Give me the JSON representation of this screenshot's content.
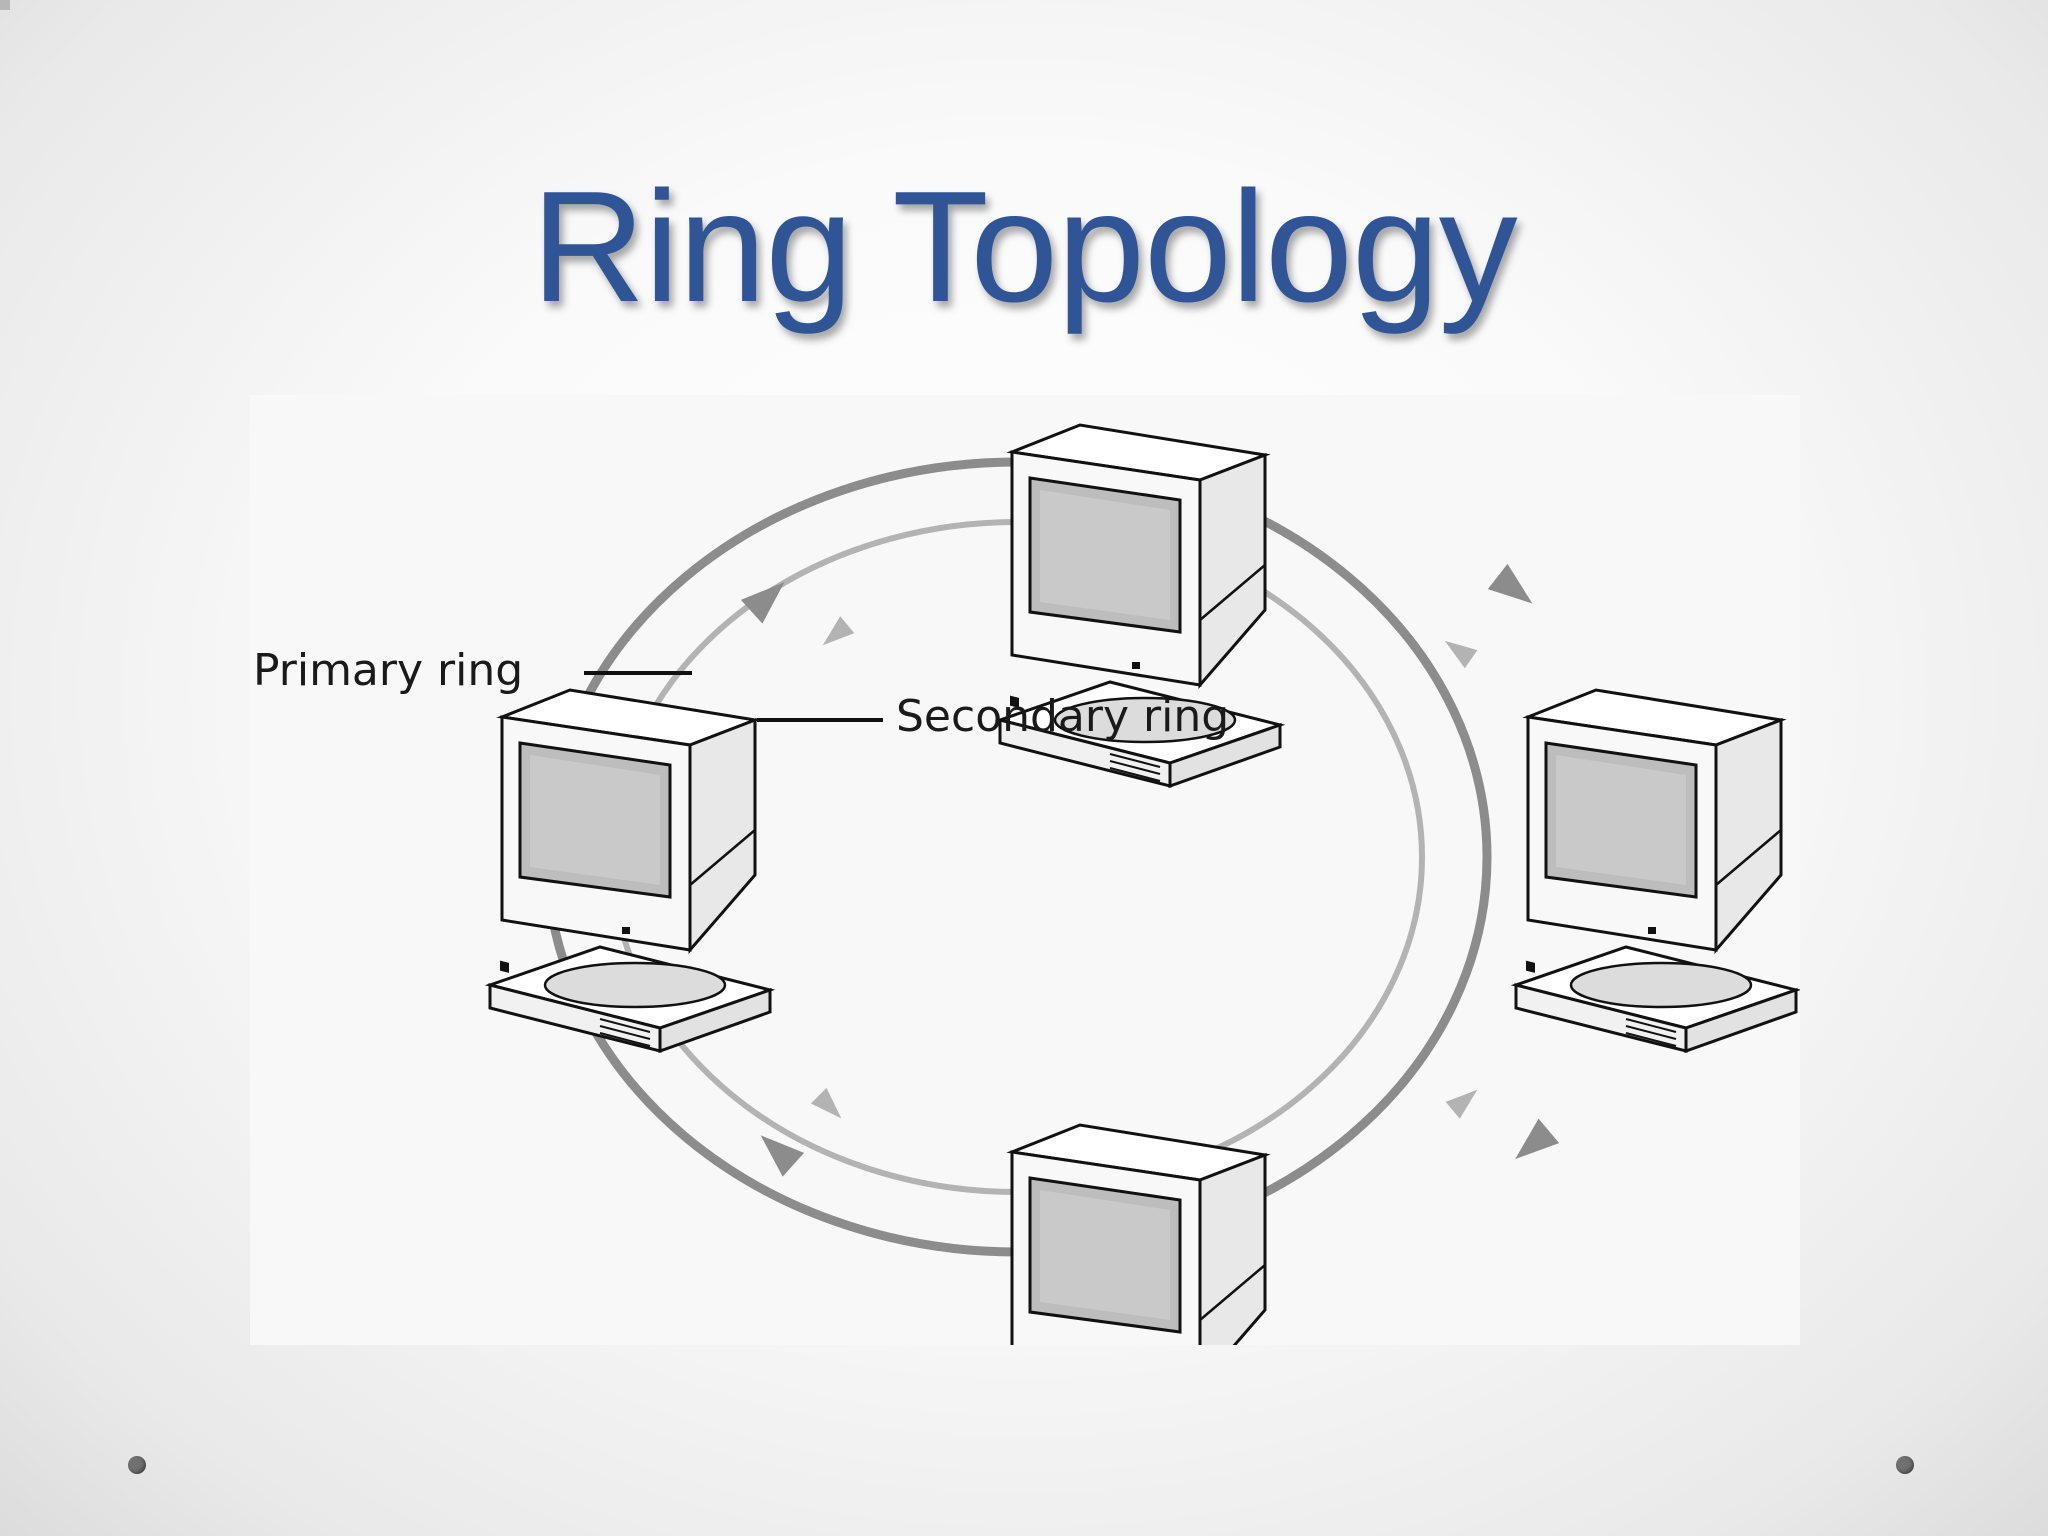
{
  "slide": {
    "title": "Ring Topology"
  },
  "diagram": {
    "labels": {
      "primary_ring": "Primary ring",
      "secondary_ring": "Secondary ring"
    },
    "nodes": [
      "computer-top",
      "computer-left",
      "computer-right",
      "computer-bottom"
    ],
    "colors": {
      "title": "#2f5597",
      "primary_ring": "#8c8c8c",
      "secondary_ring": "#b3b3b3",
      "background": "#f7f8f7"
    }
  }
}
